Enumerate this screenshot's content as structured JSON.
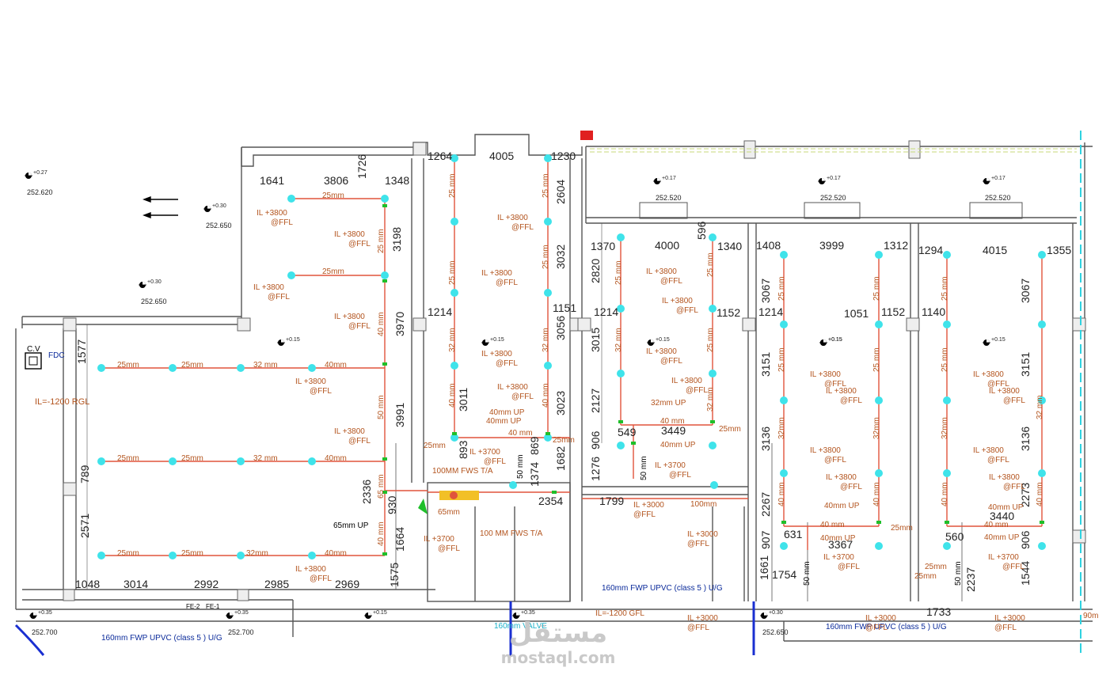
{
  "colors": {
    "wall": "#555555",
    "pipe": "#e0543c",
    "sprinkler": "#3fe3ea",
    "node": "#1fbf2a",
    "dim": "#222222",
    "label": "#b3541e",
    "main": "#0a2a9a",
    "cyan": "#18b0c8",
    "blue": "#1a2fd1"
  },
  "labels": {
    "fdc": "FDC",
    "cv": "C.V",
    "il_rgl": "IL=-1200 RGL",
    "il_gfl": "IL=-1200 GFL",
    "fws_ta": "100MM FWS T/A",
    "fws_ta2": "100 MM FWS T/A",
    "main_fwp": "160mm FWP UPVC  (class 5 ) U/G",
    "valve": "160mm VALVE",
    "fe2": "FE-2",
    "fe1": "FE-1",
    "up65": "65mm UP",
    "mm90": "90m"
  },
  "level_marks": [
    {
      "id": "lv1",
      "elev": "+0.27",
      "abs": "252.620"
    },
    {
      "id": "lv2",
      "elev": "+0.30",
      "abs": "252.650"
    },
    {
      "id": "lv3",
      "elev": "+0.30",
      "abs": "252.650"
    },
    {
      "id": "lv4",
      "elev": "+0.17",
      "abs": "252.520"
    },
    {
      "id": "lv5",
      "elev": "+0.17",
      "abs": "252.520"
    },
    {
      "id": "lv6",
      "elev": "+0.17",
      "abs": "252.520"
    },
    {
      "id": "lv7",
      "elev": "+0.15",
      "abs": ""
    },
    {
      "id": "lv8",
      "elev": "+0.15",
      "abs": ""
    },
    {
      "id": "lv9",
      "elev": "+0.15",
      "abs": ""
    },
    {
      "id": "lv10",
      "elev": "+0.15",
      "abs": ""
    },
    {
      "id": "lv11",
      "elev": "+0.15",
      "abs": ""
    },
    {
      "id": "lv12",
      "elev": "+0.15",
      "abs": ""
    },
    {
      "id": "lv13",
      "elev": "+0.35",
      "abs": "252.700"
    },
    {
      "id": "lv14",
      "elev": "+0.35",
      "abs": "252.700"
    },
    {
      "id": "lv15",
      "elev": "+0.15",
      "abs": ""
    },
    {
      "id": "lv16",
      "elev": "+0.35",
      "abs": ""
    },
    {
      "id": "lv17",
      "elev": "+0.30",
      "abs": "252.650"
    }
  ],
  "dimensions": [
    "1641",
    "3806",
    "1726",
    "1348",
    "1264",
    "4005",
    "1230",
    "2604",
    "3198",
    "3032",
    "1370",
    "4000",
    "596",
    "1340",
    "1408",
    "3999",
    "1312",
    "1294",
    "4015",
    "1355",
    "2820",
    "3067",
    "3067",
    "1214",
    "1214",
    "1151",
    "1152",
    "1214",
    "1152",
    "1140",
    "1051",
    "3970",
    "3056",
    "3015",
    "3151",
    "3151",
    "1577",
    "3011",
    "3023",
    "2127",
    "3136",
    "3136",
    "3991",
    "893",
    "869",
    "1682",
    "906",
    "549",
    "3449",
    "1276",
    "2336",
    "1374",
    "2354",
    "1799",
    "2267",
    "2273",
    "789",
    "930",
    "1664",
    "3440",
    "2571",
    "631",
    "3367",
    "907",
    "560",
    "906",
    "1661",
    "1575",
    "1754",
    "2237",
    "1544",
    "1048",
    "3014",
    "2992",
    "2985",
    "2969",
    "1733"
  ],
  "pipe_sizes": [
    "25mm",
    "25 mm",
    "32 mm",
    "32mm",
    "40mm",
    "40 mm",
    "50 mm",
    "65 mm",
    "65mm",
    "40mm UP",
    "40mm  UP",
    "32mm UP",
    "100mm"
  ],
  "il_tags": [
    "IL +3800",
    "IL +3700",
    "IL +3000",
    "IL +3000",
    "@FFL"
  ]
}
